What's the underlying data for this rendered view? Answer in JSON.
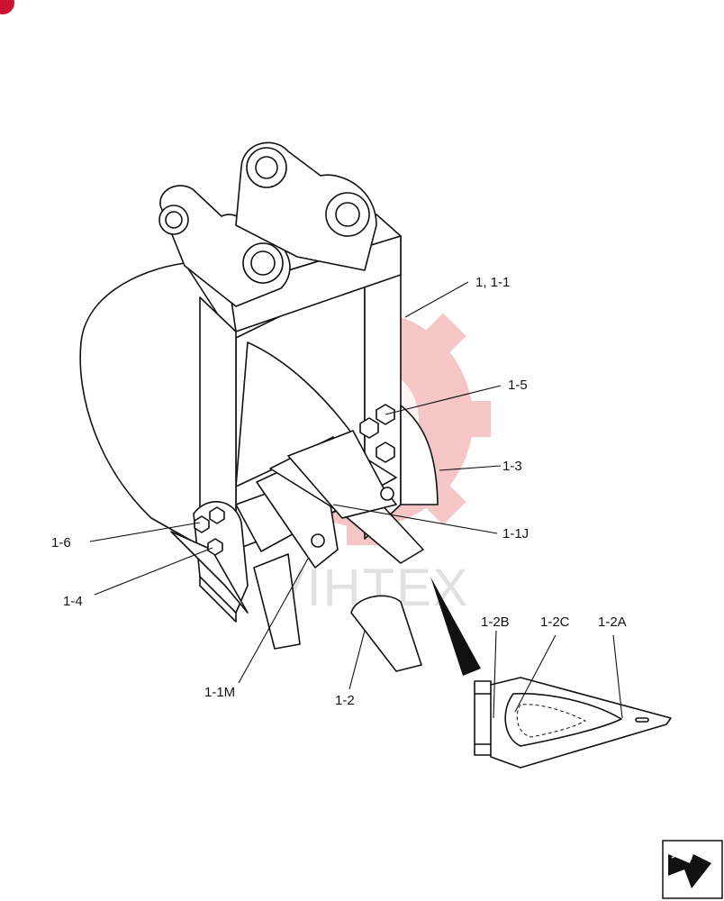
{
  "watermark": {
    "text": "VIHTEX",
    "gear_color": "#f4b4b4"
  },
  "callouts": {
    "c_1_1": "1, 1-1",
    "c_1_5": "1-5",
    "c_1_3": "1-3",
    "c_1_1J": "1-1J",
    "c_1_6": "1-6",
    "c_1_4": "1-4",
    "c_1_1M": "1-1M",
    "c_1_2": "1-2",
    "c_1_2B": "1-2B",
    "c_1_2C": "1-2C",
    "c_1_2A": "1-2A"
  },
  "colors": {
    "line": "#111111",
    "corner_badge": "#cc1133"
  },
  "icons": {
    "corner_badge": "badge-icon",
    "nav": "next-page-arrow-icon"
  }
}
